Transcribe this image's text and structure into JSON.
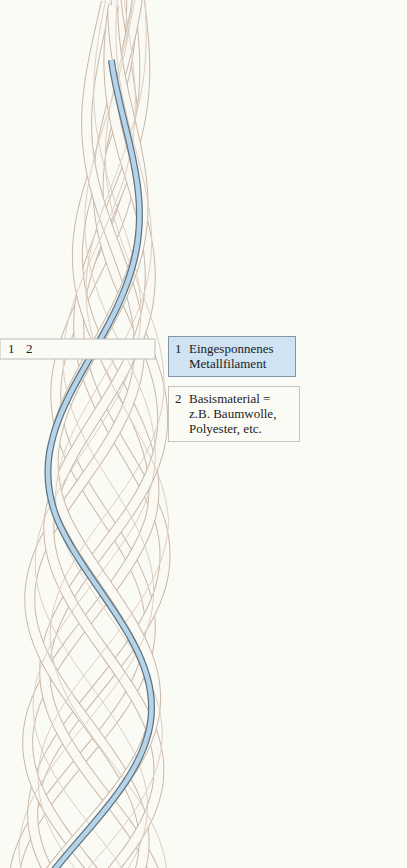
{
  "diagram": {
    "nodes": [
      {
        "text": [
          "1",
          "Eingesponnenes Metallfilament"
        ]
      },
      {
        "text": [
          "2",
          "Basismaterial = z.B. Baumwolle, Polyester, etc."
        ]
      }
    ],
    "labels": [
      "1",
      "2"
    ]
  }
}
